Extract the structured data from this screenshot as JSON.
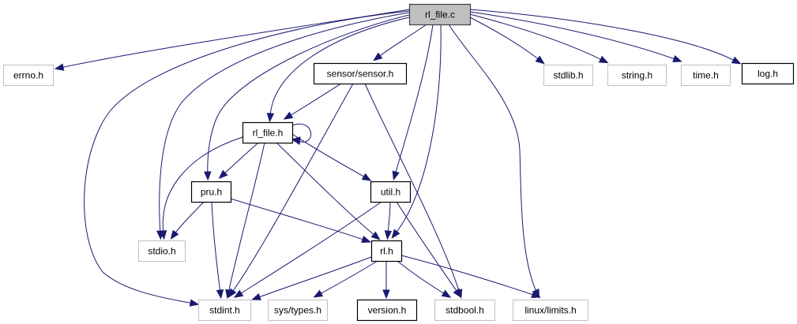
{
  "diagram": {
    "type": "include-dependency-graph",
    "root": "rl_file.c",
    "colors": {
      "edge": "#191970",
      "root_fill": "#bfbfbf",
      "root_border": "#404040",
      "documented_border": "#000000",
      "external_border": "#bfbfbf",
      "node_fill": "#ffffff"
    },
    "nodes": [
      {
        "id": "rl_file_c",
        "label": "rl_file.c",
        "kind": "root"
      },
      {
        "id": "errno_h",
        "label": "errno.h",
        "kind": "external"
      },
      {
        "id": "sensor_h",
        "label": "sensor/sensor.h",
        "kind": "documented"
      },
      {
        "id": "stdlib_h",
        "label": "stdlib.h",
        "kind": "external"
      },
      {
        "id": "string_h",
        "label": "string.h",
        "kind": "external"
      },
      {
        "id": "time_h",
        "label": "time.h",
        "kind": "external"
      },
      {
        "id": "log_h",
        "label": "log.h",
        "kind": "documented"
      },
      {
        "id": "rl_file_h",
        "label": "rl_file.h",
        "kind": "documented"
      },
      {
        "id": "pru_h",
        "label": "pru.h",
        "kind": "documented"
      },
      {
        "id": "util_h",
        "label": "util.h",
        "kind": "documented"
      },
      {
        "id": "stdio_h",
        "label": "stdio.h",
        "kind": "external"
      },
      {
        "id": "rl_h",
        "label": "rl.h",
        "kind": "documented"
      },
      {
        "id": "stdint_h",
        "label": "stdint.h",
        "kind": "external"
      },
      {
        "id": "sys_types_h",
        "label": "sys/types.h",
        "kind": "external"
      },
      {
        "id": "version_h",
        "label": "version.h",
        "kind": "documented"
      },
      {
        "id": "stdbool_h",
        "label": "stdbool.h",
        "kind": "external"
      },
      {
        "id": "linux_limits_h",
        "label": "linux/limits.h",
        "kind": "external"
      }
    ],
    "edges": [
      {
        "from": "rl_file_c",
        "to": "errno_h"
      },
      {
        "from": "rl_file_c",
        "to": "sensor_h"
      },
      {
        "from": "rl_file_c",
        "to": "stdlib_h"
      },
      {
        "from": "rl_file_c",
        "to": "string_h"
      },
      {
        "from": "rl_file_c",
        "to": "time_h"
      },
      {
        "from": "rl_file_c",
        "to": "log_h"
      },
      {
        "from": "rl_file_c",
        "to": "rl_file_h"
      },
      {
        "from": "rl_file_c",
        "to": "pru_h"
      },
      {
        "from": "rl_file_c",
        "to": "stdio_h"
      },
      {
        "from": "rl_file_c",
        "to": "stdint_h"
      },
      {
        "from": "rl_file_c",
        "to": "util_h"
      },
      {
        "from": "rl_file_c",
        "to": "rl_h"
      },
      {
        "from": "rl_file_c",
        "to": "linux_limits_h"
      },
      {
        "from": "sensor_h",
        "to": "rl_file_h"
      },
      {
        "from": "sensor_h",
        "to": "stdint_h"
      },
      {
        "from": "sensor_h",
        "to": "stdbool_h"
      },
      {
        "from": "rl_file_h",
        "to": "rl_file_h"
      },
      {
        "from": "rl_file_h",
        "to": "pru_h"
      },
      {
        "from": "rl_file_h",
        "to": "stdio_h"
      },
      {
        "from": "rl_file_h",
        "to": "stdint_h"
      },
      {
        "from": "rl_file_h",
        "to": "util_h"
      },
      {
        "from": "rl_file_h",
        "to": "rl_h"
      },
      {
        "from": "pru_h",
        "to": "stdio_h"
      },
      {
        "from": "pru_h",
        "to": "stdint_h"
      },
      {
        "from": "pru_h",
        "to": "rl_h"
      },
      {
        "from": "util_h",
        "to": "rl_h"
      },
      {
        "from": "util_h",
        "to": "stdint_h"
      },
      {
        "from": "util_h",
        "to": "stdbool_h"
      },
      {
        "from": "rl_h",
        "to": "stdint_h"
      },
      {
        "from": "rl_h",
        "to": "sys_types_h"
      },
      {
        "from": "rl_h",
        "to": "version_h"
      },
      {
        "from": "rl_h",
        "to": "stdbool_h"
      },
      {
        "from": "rl_h",
        "to": "linux_limits_h"
      }
    ]
  }
}
